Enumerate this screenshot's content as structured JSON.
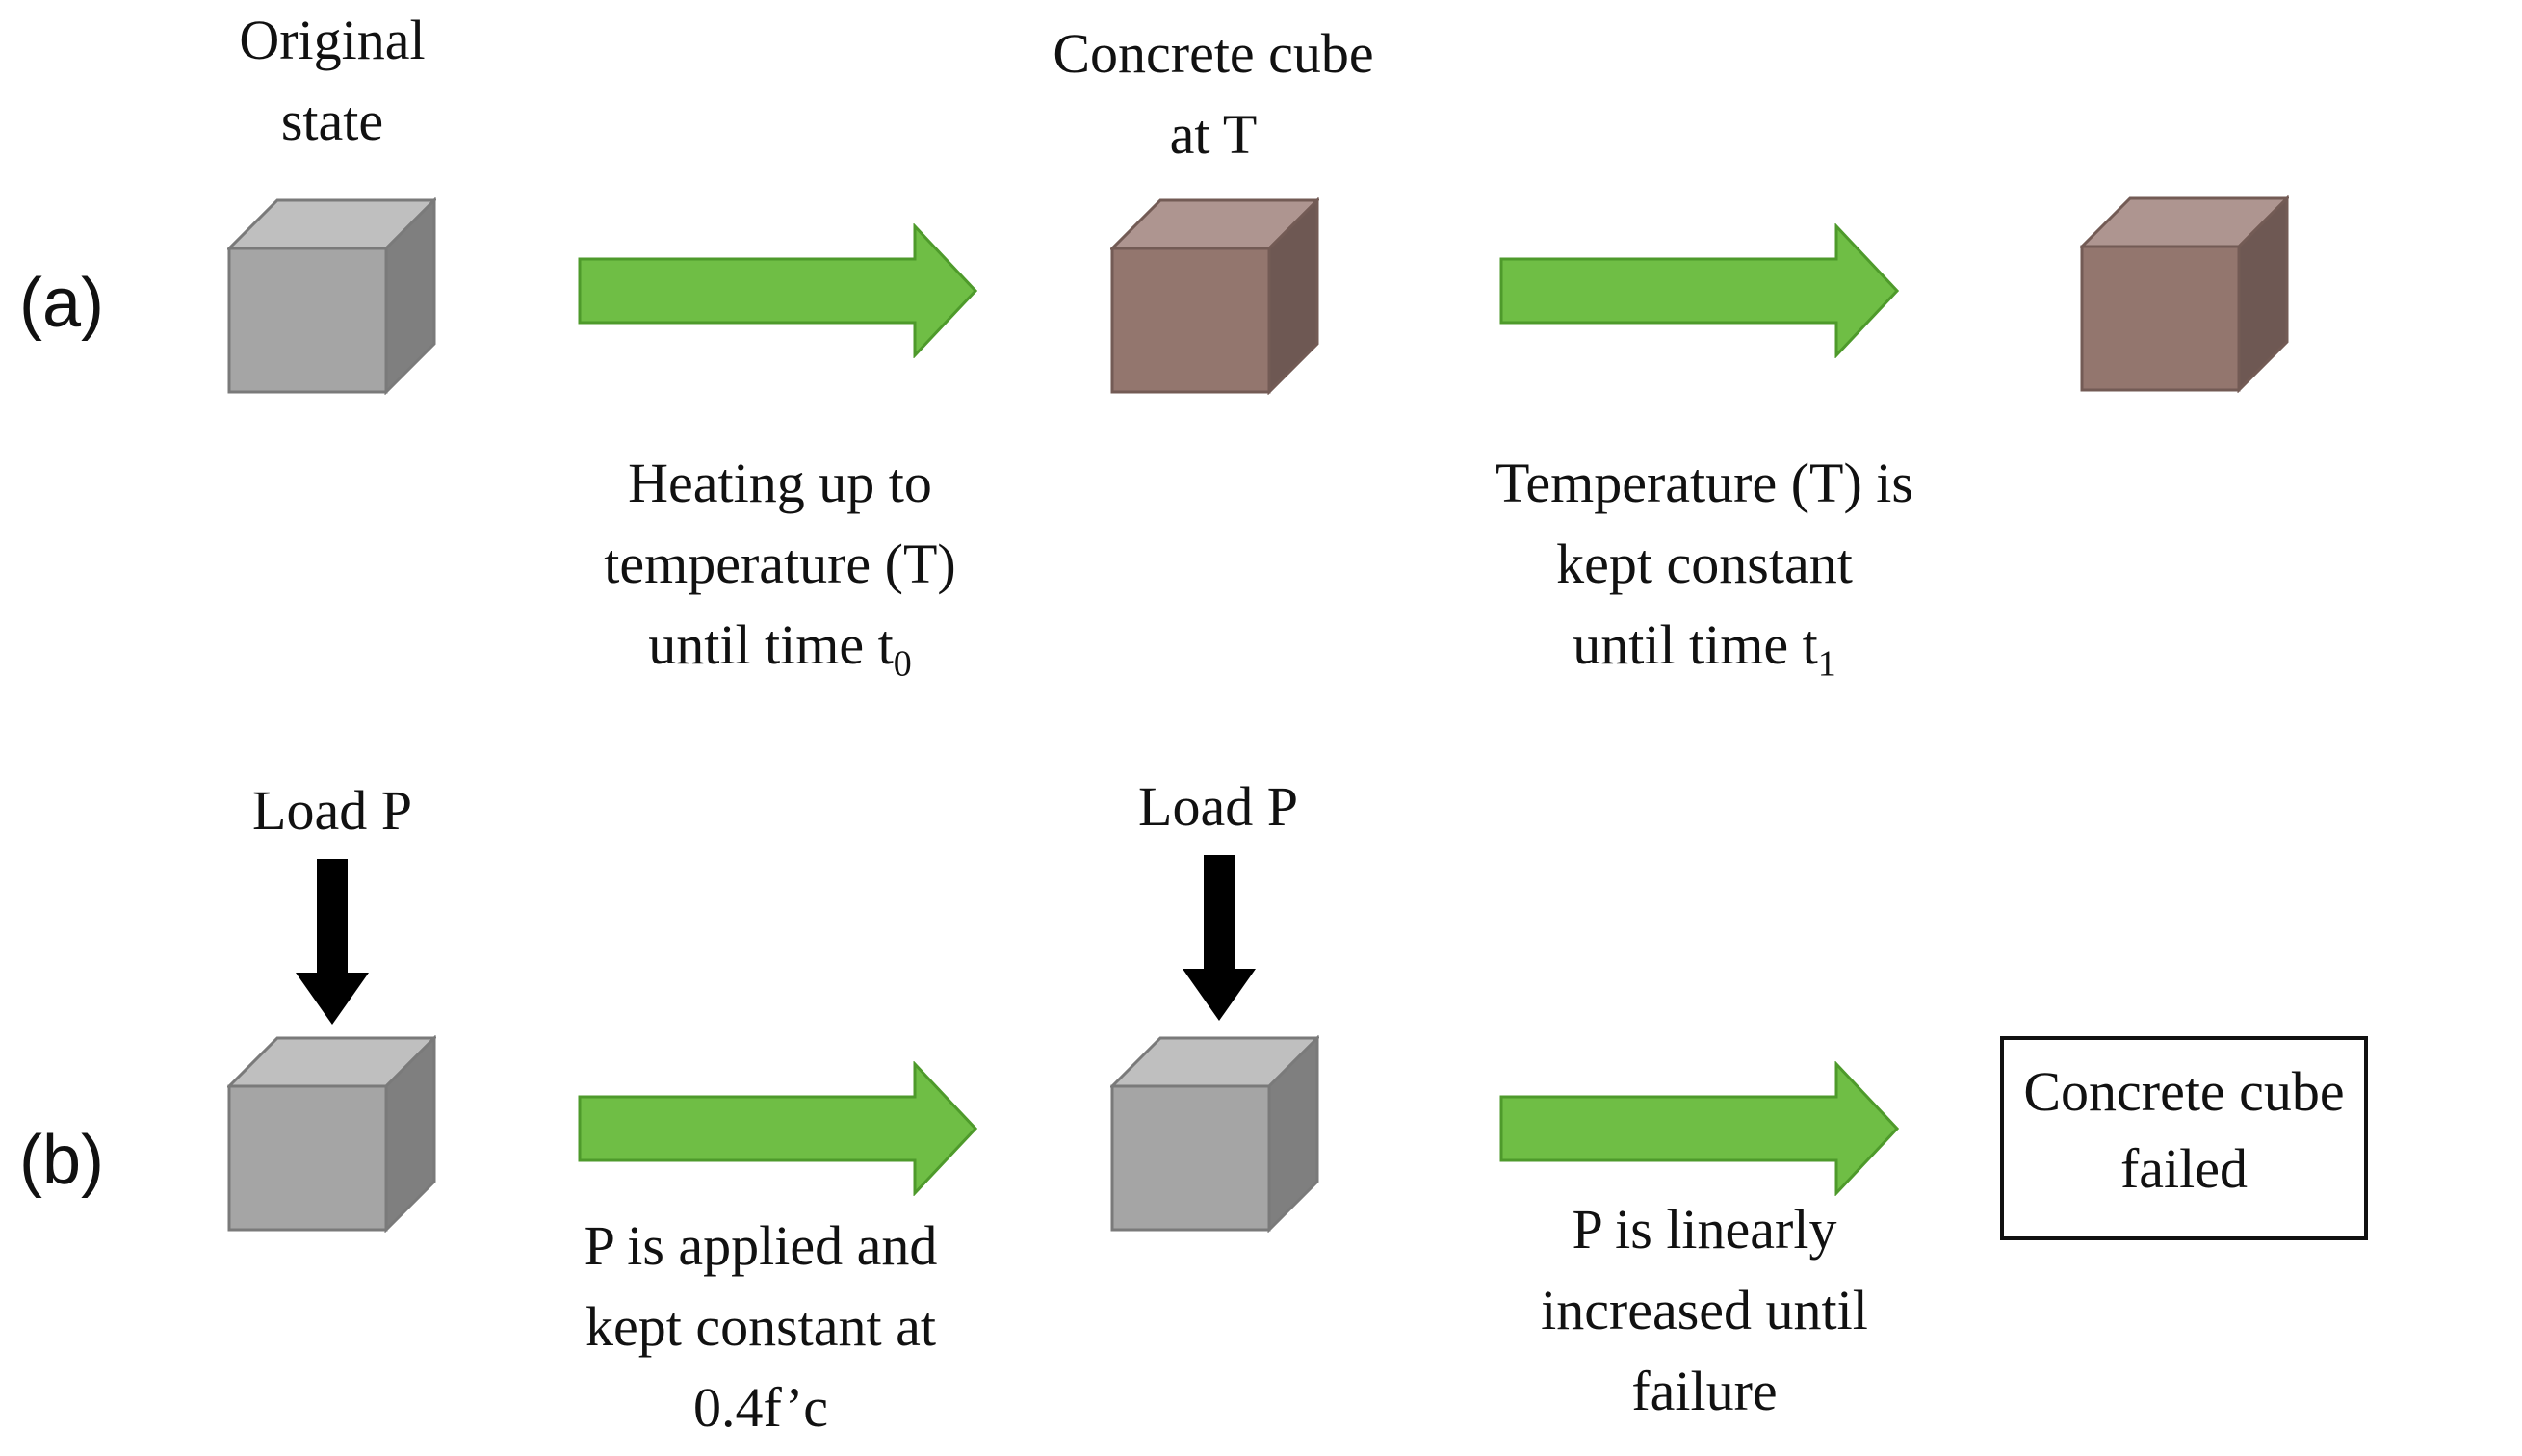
{
  "colors": {
    "grey_front": "#a5a5a5",
    "grey_top": "#bfbfbf",
    "grey_side": "#7f7f7f",
    "grey_edge": "#7a7a7a",
    "brown_front": "#93766e",
    "brown_top": "#ae9590",
    "brown_side": "#6e5853",
    "brown_edge": "#735b55",
    "arrow_fill": "#6fbe45",
    "arrow_edge": "#4e9a2b",
    "load_arrow": "#000000"
  },
  "panel_a": {
    "tag": "(a)",
    "original_label": [
      "Original",
      "state"
    ],
    "heated_label": [
      "Concrete cube",
      "at T"
    ],
    "step1": [
      "Heating up to",
      "temperature (T)",
      "until time t"
    ],
    "step1_sub": "0",
    "step2": [
      "Temperature (T) is",
      "kept constant",
      "until time t"
    ],
    "step2_sub": "1"
  },
  "panel_b": {
    "tag": "(b)",
    "load1": "Load P",
    "load2": "Load P",
    "step1": [
      "P is applied and",
      "kept constant at",
      "0.4f’c"
    ],
    "step2": [
      "P is linearly",
      "increased until",
      "failure"
    ],
    "result": [
      "Concrete cube",
      "failed"
    ]
  }
}
